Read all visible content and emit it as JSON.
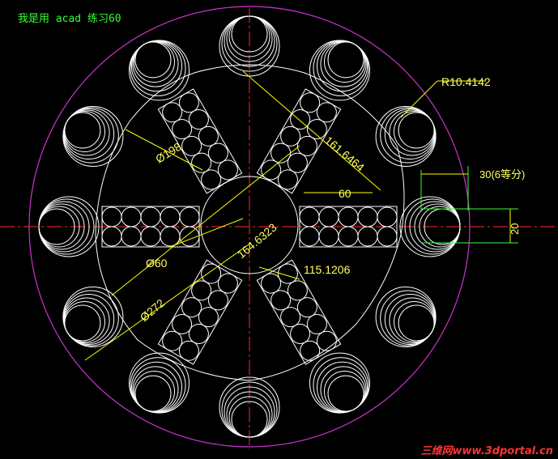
{
  "title_note": "我是用 acad 练习60",
  "footer_watermark": "三维网www.3dportal.cn",
  "colors": {
    "outline": "#ffffff",
    "center_line": "#ff2a2a",
    "dimension": "#ffff00",
    "outer_circle": "#cc33cc",
    "ext_line": "#33ff33",
    "text": "#ffff66"
  },
  "dims": {
    "radius_small": "R10.4142",
    "spacing_30": "30(6等分)",
    "height_20": "20",
    "width_60": "60",
    "len_161": "161.6464",
    "diam_198": "Ø198",
    "diam_60": "Ø60",
    "len_164": "164.6323",
    "len_115": "115.1206",
    "diam_272": "Ø272"
  }
}
